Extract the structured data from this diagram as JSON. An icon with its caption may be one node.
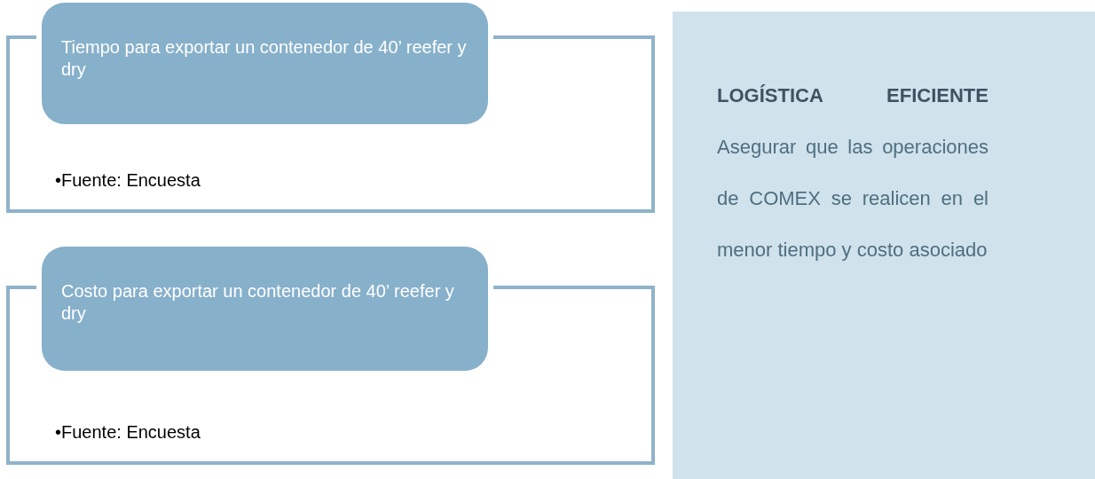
{
  "diagram": {
    "nodes": [
      {
        "text": [
          "Tiempo para exportar un contenedor de 40’ reefer y dry"
        ]
      },
      {
        "text": [
          "•Fuente: Encuesta"
        ]
      },
      {
        "text": [
          "Costo para exportar un contenedor de 40’ reefer y dry"
        ]
      },
      {
        "text": [
          "•Fuente: Encuesta"
        ]
      },
      {
        "text": [
          "LOGÍSTICA EFICIENTE",
          "Asegurar que las operaciones de COMEX se realicen en el menor tiempo y costo asociado"
        ]
      }
    ]
  }
}
